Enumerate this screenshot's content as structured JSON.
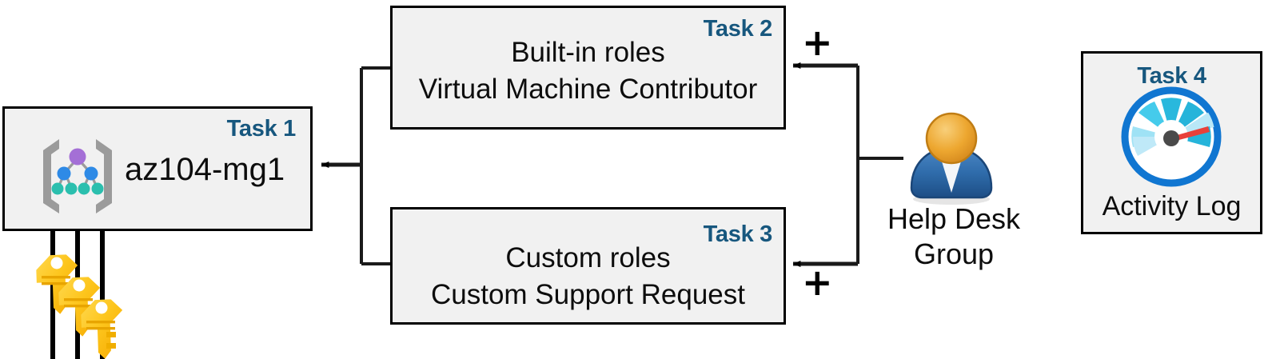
{
  "diagram": {
    "title": "Azure RBAC task diagram",
    "colors": {
      "box_fill": "#f1f1f1",
      "box_border": "#000000",
      "task_tag": "#17577e",
      "text": "#0d0d0d",
      "key_gold": "#fcc21b",
      "person_head": "#eca32c",
      "person_body": "#2d6aa8",
      "gauge_ring": "#1076d1",
      "gauge_needle": "#e8403a",
      "mg_root": "#a46fd6",
      "mg_mid": "#2e8ae6",
      "mg_leaf": "#2bbfae",
      "mg_bracket": "#9b9b9b"
    },
    "boxes": [
      {
        "id": "task1",
        "tag": "Task 1",
        "label": "az104-mg1",
        "icon": "management-group-icon"
      },
      {
        "id": "task2",
        "tag": "Task 2",
        "label": "Built-in roles\nVirtual Machine Contributor"
      },
      {
        "id": "task3",
        "tag": "Task 3",
        "label": "Custom roles\nCustom Support Request"
      },
      {
        "id": "task4",
        "tag": "Task 4",
        "label": "Activity Log",
        "icon": "gauge-icon"
      }
    ],
    "actor": {
      "label": "Help Desk\nGroup",
      "icon": "user-group-icon"
    },
    "credentials": {
      "icon": "keys-icon",
      "count": 3
    },
    "operators": {
      "plus_top": "+",
      "plus_bottom": "+"
    }
  }
}
